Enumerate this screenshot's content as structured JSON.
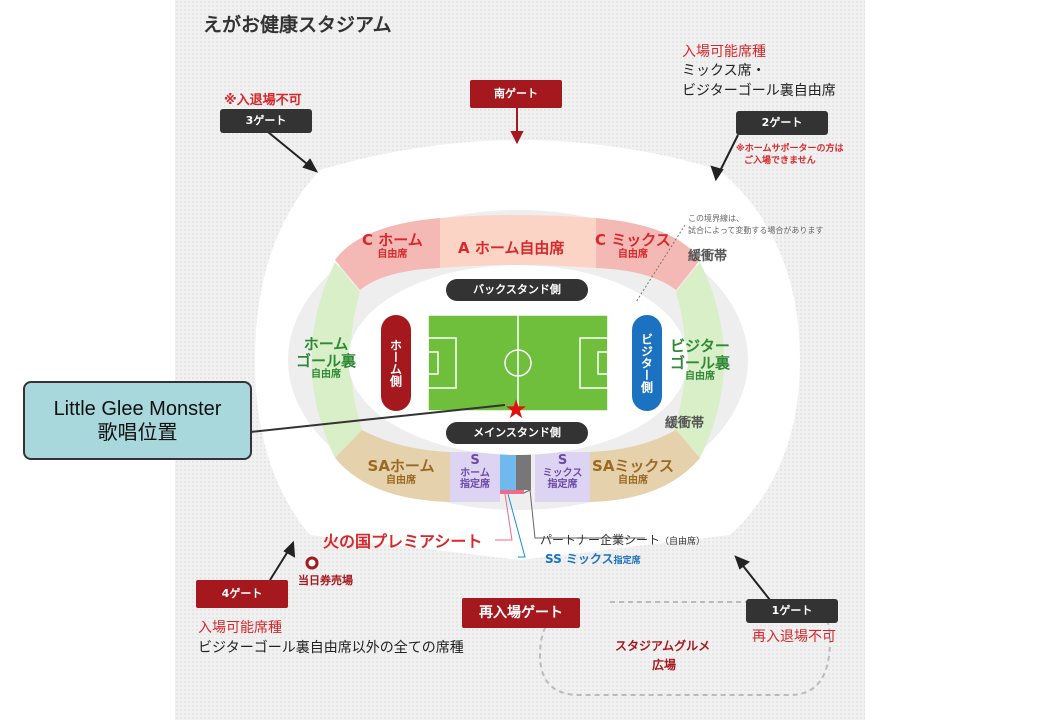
{
  "title": "えがお健康スタジアム",
  "gates": {
    "south": "南ゲート",
    "g3": "3ゲート",
    "g2": "2ゲート",
    "g4": "4ゲート",
    "g1": "1ゲート",
    "reentry": "再入場ゲート"
  },
  "notes": {
    "g3_note": "※入退場不可",
    "g2_entry_title": "入場可能席種",
    "g2_entry_seats_1": "ミックス席・",
    "g2_entry_seats_2": "ビジターゴール裏自由席",
    "g2_note_1": "※ホームサポーターの方は",
    "g2_note_2": "ご入場できません",
    "boundary_1": "この境界線は、",
    "boundary_2": "試合によって変動する場合があります",
    "g4_entry_title": "入場可能席種",
    "g4_entry_seats": "ビジターゴール裏自由席以外の全ての席種",
    "g1_note": "再入退場不可",
    "ticket_office": "当日券売場",
    "gourmet_1": "スタジアムグルメ",
    "gourmet_2": "広場"
  },
  "sections": {
    "c_home": "C ホーム",
    "c_home_sub": "自由席",
    "a_home": "A ホーム自由席",
    "c_mix": "C ミックス",
    "c_mix_sub": "自由席",
    "buffer_top": "緩衝帯",
    "buffer_bottom": "緩衝帯",
    "back_stand": "バックスタンド側",
    "main_stand": "メインスタンド側",
    "home_side": "ホーム側",
    "visitor_side": "ビジター側",
    "home_goal_1": "ホーム",
    "home_goal_2": "ゴール裏",
    "home_goal_sub": "自由席",
    "visitor_goal_1": "ビジター",
    "visitor_goal_2": "ゴール裏",
    "visitor_goal_sub": "自由席",
    "sa_home": "SAホーム",
    "sa_home_sub": "自由席",
    "s_home_1": "S",
    "s_home_2": "ホーム",
    "s_home_3": "指定席",
    "s_mix_1": "S",
    "s_mix_2": "ミックス",
    "s_mix_3": "指定席",
    "sa_mix": "SAミックス",
    "sa_mix_sub": "自由席",
    "premier": "火の国プレミアシート",
    "partner": "パートナー企業シート",
    "partner_sub": "（自由席）",
    "ss_mix": "SS ミックス",
    "ss_mix_sub": "指定席"
  },
  "callout": {
    "line1": "Little Glee Monster",
    "line2": "歌唱位置"
  },
  "colors": {
    "red": "#d8282b",
    "gate_red": "#a5191e",
    "home_green": "#d9efc8",
    "field": "#6fbf3c",
    "visitor_blue": "#1b72c0"
  }
}
